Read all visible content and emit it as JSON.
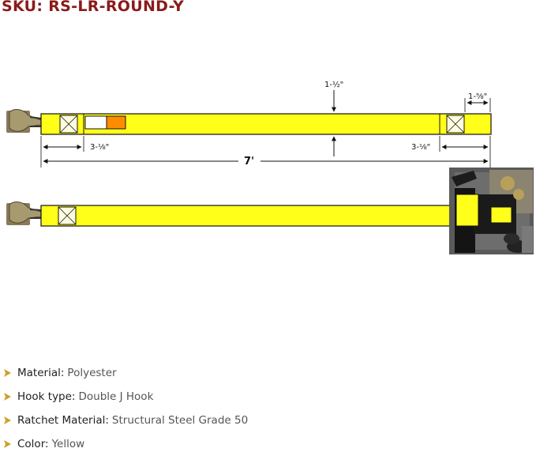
{
  "sku_title": "SKU: RS-LR-ROUND-Y",
  "diagram": {
    "dim_width": "1-½\"",
    "dim_end_width": "1-⅝\"",
    "dim_left_pocket": "3-⅛\"",
    "dim_right_pocket": "3-⅛\"",
    "dim_length": "7'"
  },
  "specs": [
    {
      "key": "Material:",
      "value": "Polyester"
    },
    {
      "key": "Hook type:",
      "value": "Double J Hook"
    },
    {
      "key": "Ratchet Material:",
      "value": "Structural Steel Grade 50"
    },
    {
      "key": "Color:",
      "value": "Yellow"
    }
  ],
  "colors": {
    "strap": "#ffff1a",
    "title": "#8b1a1a",
    "bullet": "#c9a227",
    "tag_orange": "#ff8c00"
  }
}
